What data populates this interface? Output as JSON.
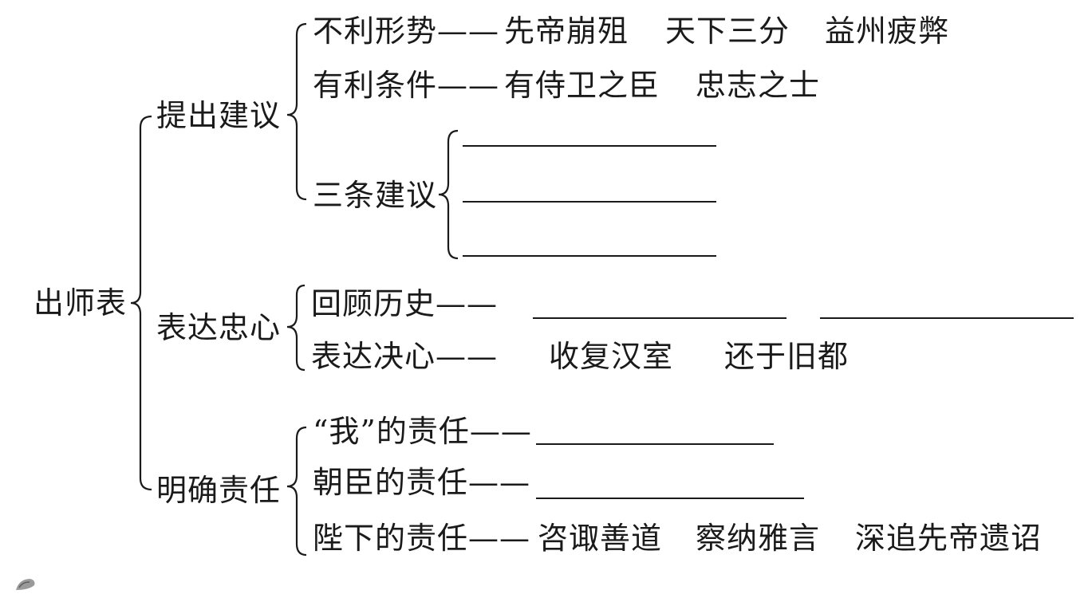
{
  "root": "出师表",
  "branches": [
    {
      "label": "提出建议",
      "items": [
        {
          "label": "不利形势——",
          "content": [
            "先帝崩殂",
            "天下三分",
            "益州疲弊"
          ]
        },
        {
          "label": "有利条件——",
          "content": [
            "有侍卫之臣",
            "忠志之士"
          ]
        },
        {
          "label": "三条建议",
          "blanks": 3
        }
      ]
    },
    {
      "label": "表达忠心",
      "items": [
        {
          "label": "回顾历史——",
          "blanks": 2
        },
        {
          "label": "表达决心——",
          "content": [
            "收复汉室",
            "还于旧都"
          ]
        }
      ]
    },
    {
      "label": "明确责任",
      "items": [
        {
          "label": "“我”的责任——",
          "blanks": 1
        },
        {
          "label": "朝臣的责任——",
          "blanks": 1
        },
        {
          "label": "陛下的责任——",
          "content": [
            "咨诹善道",
            "察纳雅言",
            "深追先帝遗诏"
          ]
        }
      ]
    }
  ]
}
